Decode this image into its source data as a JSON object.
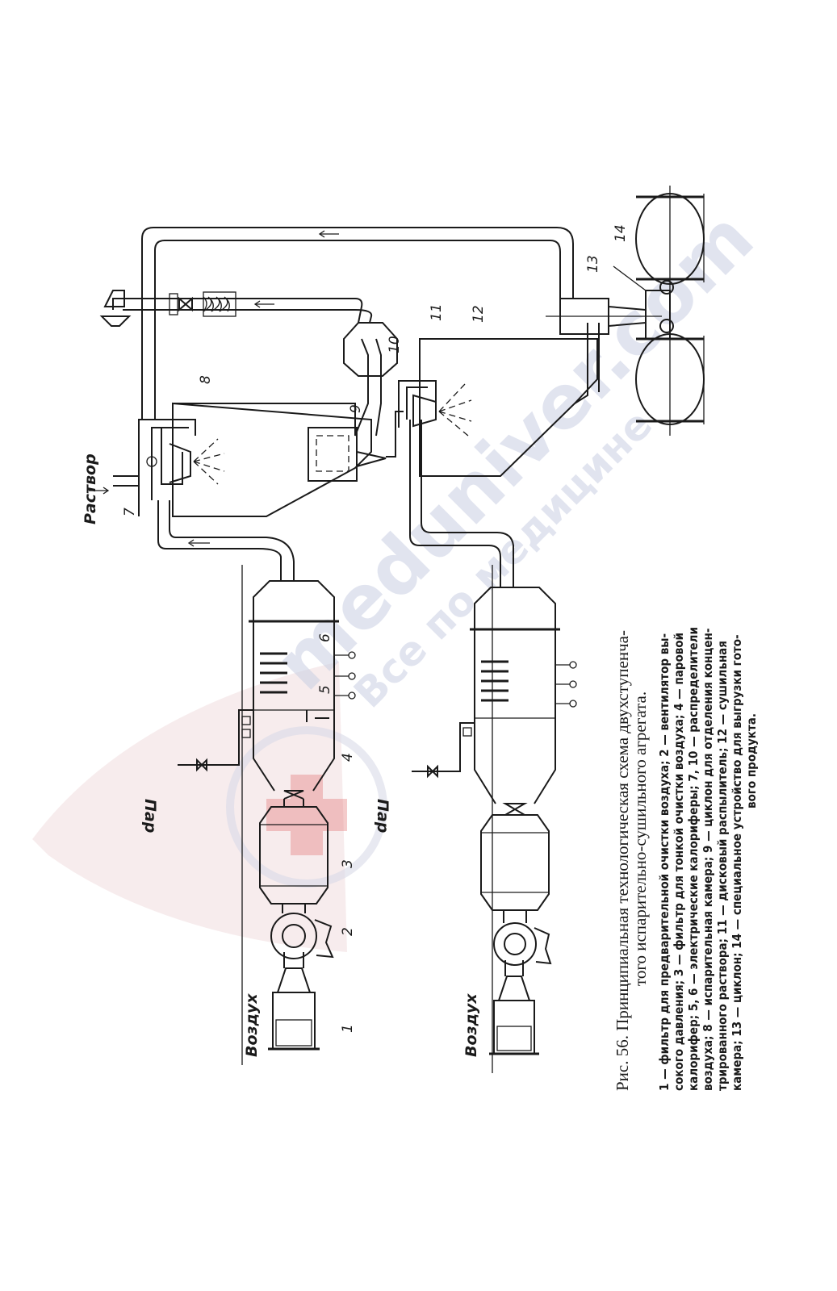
{
  "labels": {
    "air": "Воздух",
    "steam": "Пар",
    "solution": "Раствор"
  },
  "numbers": [
    "1",
    "2",
    "3",
    "4",
    "5",
    "6",
    "7",
    "8",
    "9",
    "10",
    "11",
    "12",
    "13",
    "14"
  ],
  "caption": {
    "title_line1": "Рис. 56. Принципиальная технологическая схема двухступенча-",
    "title_line2": "того испарительно-сушильного агрегата.",
    "body_lines": [
      "1 — фильтр для предварительной очистки воздуха; 2 — вентилятор вы-",
      "сокого давления; 3 — фильтр для тонкой очистки воздуха; 4 — паровой",
      "калорифер; 5, 6 — электрические калориферы; 7, 10 — распределители",
      "воздуха; 8 — испарительная камера; 9 — циклон для отделения концен-",
      "трированного раствора; 11 — дисковый распылитель; 12 — сушильная",
      "камера; 13 — циклон; 14 — специальное устройство для выгрузки гото-",
      "вого продукта."
    ]
  },
  "watermark": {
    "main": "meduniver.com",
    "sub": "Все по медицине"
  }
}
